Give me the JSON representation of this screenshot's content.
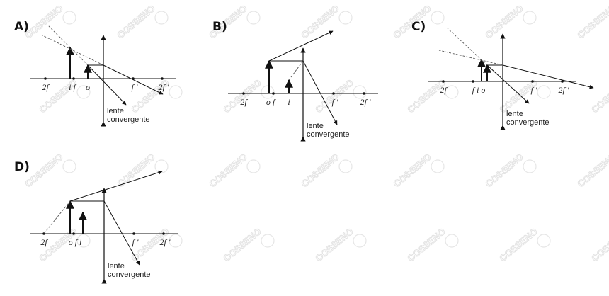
{
  "watermark": {
    "text": "COSSENO"
  },
  "panels": [
    {
      "id": "A",
      "label": "A)",
      "ticks": [
        "2f",
        "i f",
        "o",
        "f ′",
        "2f ′"
      ],
      "lens_label": [
        "lente",
        "convergente"
      ]
    },
    {
      "id": "B",
      "label": "B)",
      "ticks": [
        "2f",
        "o f",
        "i",
        "f ′",
        "2f ′"
      ],
      "lens_label": [
        "lente",
        "convergente"
      ]
    },
    {
      "id": "C",
      "label": "C)",
      "ticks": [
        "2f",
        "f i o",
        "f ′",
        "2f ′"
      ],
      "lens_label": [
        "lente",
        "convergente"
      ]
    },
    {
      "id": "D",
      "label": "D)",
      "ticks": [
        "2f",
        "o f i",
        "f ′",
        "2f ′"
      ],
      "lens_label": [
        "lente",
        "convergente"
      ]
    }
  ]
}
